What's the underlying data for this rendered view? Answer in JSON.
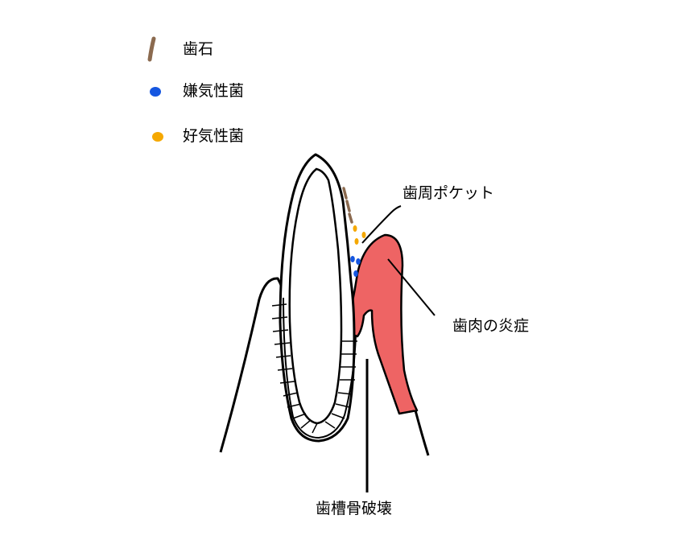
{
  "legend": {
    "items": [
      {
        "label": "歯石",
        "symbol": "calculus-stroke",
        "color": "#8b6a4f"
      },
      {
        "label": "嫌気性菌",
        "symbol": "dot",
        "color": "#1556e0"
      },
      {
        "label": "好気性菌",
        "symbol": "dot",
        "color": "#f5a800"
      }
    ]
  },
  "callouts": {
    "pocket": "歯周ポケット",
    "gum_inflammation": "歯肉の炎症",
    "bone_destruction": "歯槽骨破壊"
  },
  "colors": {
    "gum": "#ee6464",
    "outline": "#000000",
    "tooth_fill": "#ffffff"
  }
}
